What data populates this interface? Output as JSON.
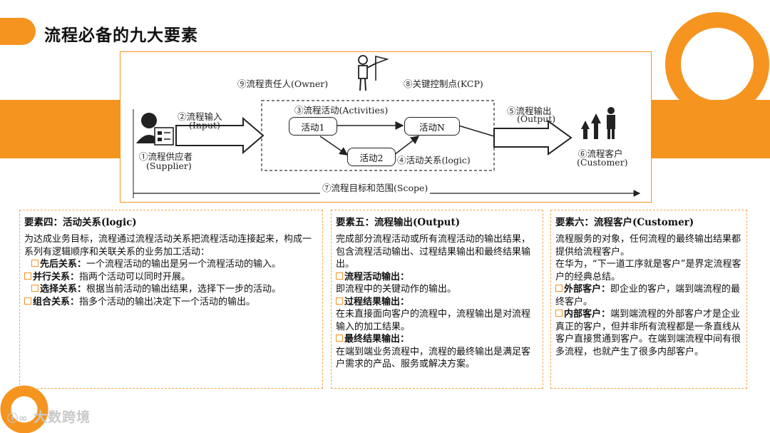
{
  "page": {
    "title": "流程必备的九大要素"
  },
  "diagram": {
    "owner": "⑨流程责任人(Owner)",
    "kcp": "⑧关键控制点(KCP)",
    "input_title": "②流程输入",
    "input_sub": "(Input)",
    "activities": "③流程活动(Activities)",
    "output_title": "⑤流程输出",
    "output_sub": "(Output)",
    "activity1": "活动1",
    "activityN": "活动N",
    "activity2": "活动2",
    "logic": "④活动关系(logic)",
    "supplier_title": "①流程供应者",
    "supplier_sub": "(Supplier)",
    "customer_title": "⑥流程客户",
    "customer_sub": "(Customer)",
    "scope": "⑦流程目标和范围(Scope)"
  },
  "panel4": {
    "heading": "要素四：活动关系(logic)",
    "intro": "为达成业务目标，流程通过流程活动关系把流程活动连接起来，构成一系列有逻辑顺序和关联关系的业务加工活动：",
    "items": [
      {
        "label": "先后关系：",
        "text": "一个流程活动的输出是另一个流程活动的输入。"
      },
      {
        "label": "并行关系：",
        "text": "指两个活动可以同时开展。"
      },
      {
        "label": "选择关系：",
        "text": "根据当前活动的输出结果，选择下一步的活动。"
      },
      {
        "label": "组合关系：",
        "text": "指多个活动的输出决定下一个活动的输出。"
      }
    ]
  },
  "panel5": {
    "heading": "要素五：流程输出(Output)",
    "intro": "完成部分流程活动或所有流程活动的输出结果，包含流程活动输出、过程结果输出和最终结果输出。",
    "items": [
      {
        "label": "流程活动输出：",
        "text": "即流程中的关键动作的输出。"
      },
      {
        "label": "过程结果输出：",
        "text": "在未直接面向客户的流程中，流程输出是对流程输入的加工结果。"
      },
      {
        "label": "最终结果输出：",
        "text": "在端到端业务流程中，流程的最终输出是满足客户需求的产品、服务或解决方案。"
      }
    ]
  },
  "panel6": {
    "heading": "要素六：流程客户(Customer)",
    "intro": "流程服务的对象，任何流程的最终输出结果都提供给流程客户。",
    "intro2": "在华为，“下一道工序就是客户”是界定流程客户的经典总结。",
    "items": [
      {
        "label": "外部客户：",
        "text": "即企业的客户，端到端流程的最终客户。"
      },
      {
        "label": "内部客户：",
        "text": "端到端流程的外部客户才是企业真正的客户，但并非所有流程都是一条直线从客户直接贯通到客户。在端到端流程中间有很多流程，也就产生了很多内部客户。"
      }
    ]
  },
  "watermark": "大数跨境",
  "colors": {
    "accent": "#F5941F",
    "panel_border": "#F5A84C"
  }
}
